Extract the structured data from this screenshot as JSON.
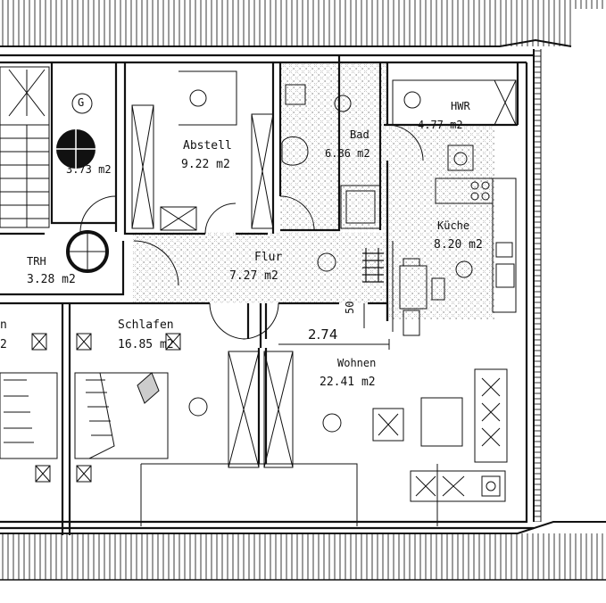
{
  "rooms": {
    "abstell": {
      "name": "Abstell",
      "area": "9.22 m2"
    },
    "bad": {
      "name": "Bad",
      "area": "6.86 m2"
    },
    "hwr": {
      "name": "HWR",
      "area": "4.77 m2"
    },
    "kueche": {
      "name": "Küche",
      "area": "8.20 m2"
    },
    "flur": {
      "name": "Flur",
      "area": "7.27 m2"
    },
    "trh": {
      "name": "TRH",
      "area": "3.28 m2"
    },
    "schlafen": {
      "name": "Schlafen",
      "area": "16.85 m2"
    },
    "wohnen": {
      "name": "Wohnen",
      "area": "22.41 m2"
    },
    "gas": {
      "name": "G",
      "area": "3.73 m2"
    },
    "left_partial": {
      "name": "n",
      "area": "2"
    }
  },
  "dimensions": {
    "width": "2.74",
    "offset": "50"
  }
}
